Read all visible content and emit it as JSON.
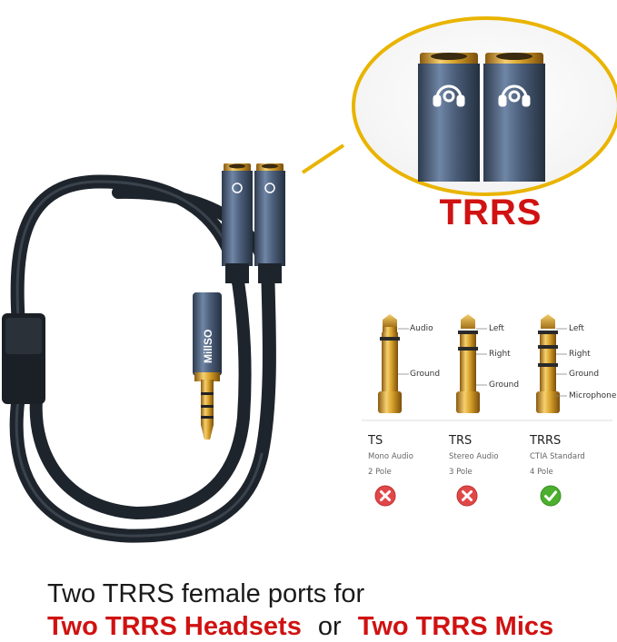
{
  "callout": {
    "label": "TRRS"
  },
  "brand": {
    "logo_text": "MillSO"
  },
  "diagram": {
    "columns": [
      {
        "title": "TS",
        "subtitle": "Mono Audio",
        "poles": "2 Pole",
        "labels": [
          "Audio",
          "Ground"
        ],
        "status": "incompatible"
      },
      {
        "title": "TRS",
        "subtitle": "Stereo Audio",
        "poles": "3 Pole",
        "labels": [
          "Left",
          "Right",
          "Ground"
        ],
        "status": "incompatible"
      },
      {
        "title": "TRRS",
        "subtitle": "CTIA Standard",
        "poles": "4 Pole",
        "labels": [
          "Left",
          "Right",
          "Ground",
          "Microphone"
        ],
        "status": "compatible"
      }
    ]
  },
  "caption": {
    "line1": "Two TRRS female ports for",
    "line2_part1": "Two TRRS Headsets",
    "line2_part2": "or",
    "line2_part3": "Two TRRS Mics"
  },
  "colors": {
    "accent_red": "#d01212",
    "callout_gold": "#e9b400",
    "cable": "#2a3038",
    "jack_body": "#4a5d78",
    "gold_plate": "#d8a22a",
    "ok_green": "#4caf2e",
    "bad_red": "#e04848"
  },
  "icons": {
    "port_symbol": "headset-mic-icon",
    "incompatible": "cross-circle-icon",
    "compatible": "check-circle-icon"
  }
}
